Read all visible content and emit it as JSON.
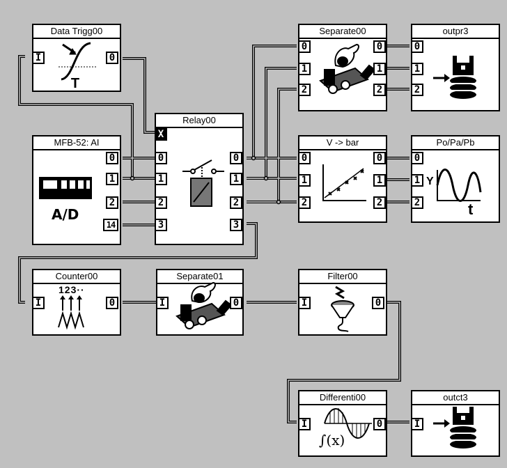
{
  "blocks": {
    "data_trigger": {
      "title": "Data Trigg00",
      "in": [
        "I"
      ],
      "out": [
        "0"
      ]
    },
    "mfb52": {
      "title": "MFB-52: AI",
      "out": [
        "0",
        "1",
        "2",
        "14"
      ],
      "label": "A/D"
    },
    "relay": {
      "title": "Relay00",
      "ctrl": "X",
      "in": [
        "0",
        "1",
        "2",
        "3"
      ],
      "out": [
        "0",
        "1",
        "2",
        "3"
      ]
    },
    "separate00": {
      "title": "Separate00",
      "in": [
        "0",
        "1",
        "2"
      ],
      "out": [
        "0",
        "1",
        "2"
      ]
    },
    "outpr3": {
      "title": "outpr3",
      "in": [
        "0",
        "1",
        "2"
      ]
    },
    "v_bar": {
      "title": "V -> bar",
      "in": [
        "0",
        "1",
        "2"
      ],
      "out": [
        "0",
        "1",
        "2"
      ]
    },
    "popapb": {
      "title": "Po/Pa/Pb",
      "in": [
        "0",
        "1",
        "2"
      ],
      "label_y": "Y",
      "label_t": "t"
    },
    "counter": {
      "title": "Counter00",
      "in": [
        "I"
      ],
      "out": [
        "0"
      ],
      "label": "123··"
    },
    "separate01": {
      "title": "Separate01",
      "in": [
        "I"
      ],
      "out": [
        "0"
      ]
    },
    "filter": {
      "title": "Filter00",
      "in": [
        "I"
      ],
      "out": [
        "0"
      ]
    },
    "differentiator": {
      "title": "Differenti00",
      "in": [
        "I"
      ],
      "out": [
        "0"
      ],
      "label": "∫(x)"
    },
    "outct3": {
      "title": "outct3",
      "in": [
        "I"
      ]
    }
  }
}
